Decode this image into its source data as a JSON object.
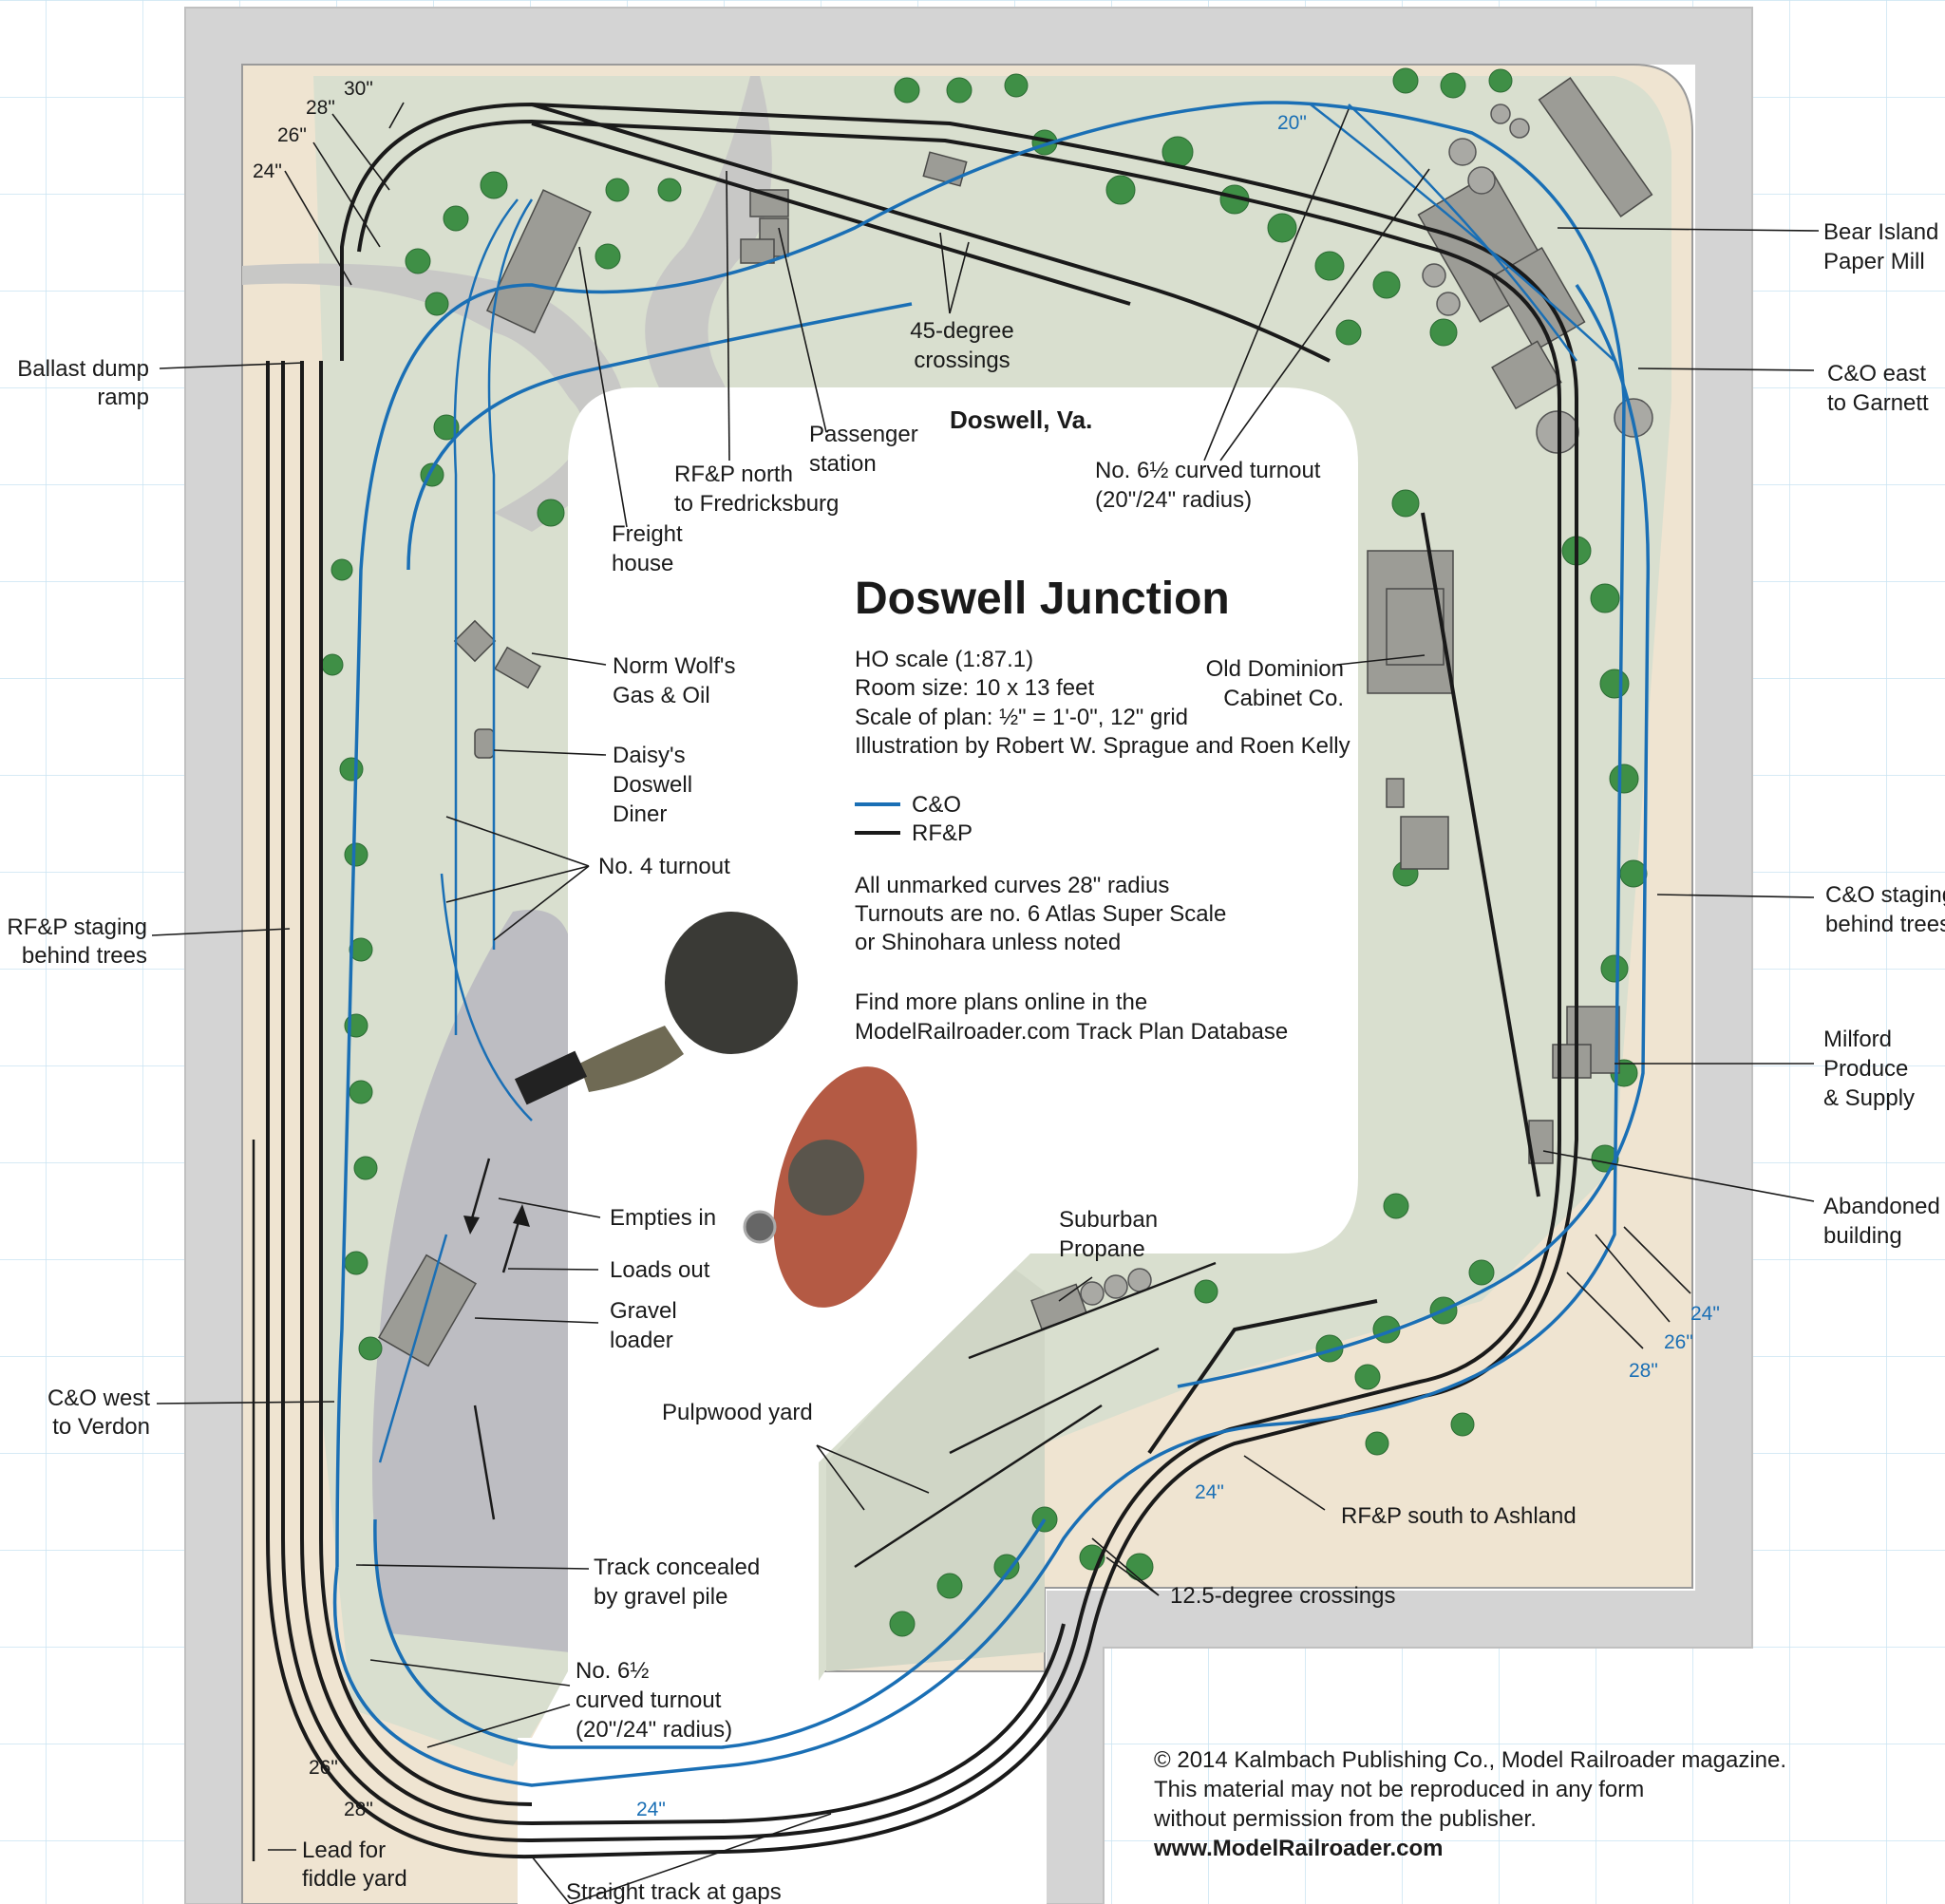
{
  "title": "Doswell Junction",
  "town": "Doswell, Va.",
  "specs": {
    "scale": "HO scale (1:87.1)",
    "room": "Room size: 10 x 13 feet",
    "plan_scale": "Scale of plan: ½\" = 1'-0\", 12\" grid",
    "illustration": "Illustration by Robert W. Sprague and Roen Kelly"
  },
  "legend": {
    "co": "C&O",
    "rfp": "RF&P",
    "co_color": "#1a6fb5",
    "rfp_color": "#1a1a1a"
  },
  "notes": {
    "curves": "All unmarked curves 28\" radius",
    "turnouts_1": "Turnouts are no. 6 Atlas Super Scale",
    "turnouts_2": "or Shinohara unless noted",
    "more_1": "Find more plans online in the",
    "more_2": "ModelRailroader.com Track Plan Database"
  },
  "copyright": {
    "line1": "© 2014 Kalmbach Publishing Co., Model Railroader magazine.",
    "line2": "This material may not be reproduced in any form",
    "line3": "without permission from the publisher.",
    "url": "www.ModelRailroader.com"
  },
  "labels": {
    "ballast_1": "Ballast dump",
    "ballast_2": "ramp",
    "rfp_staging_1": "RF&P staging",
    "rfp_staging_2": "behind trees",
    "co_west_1": "C&O west",
    "co_west_2": "to Verdon",
    "lead_1": "Lead for",
    "lead_2": "fiddle yard",
    "straight_gaps": "Straight track at gaps",
    "turnout_6half_1": "No. 6½",
    "turnout_6half_2": "curved turnout",
    "turnout_6half_3": "(20\"/24\" radius)",
    "gravel_pile_1": "Track concealed",
    "gravel_pile_2": "by gravel pile",
    "pulpwood": "Pulpwood yard",
    "gravel_loader_1": "Gravel",
    "gravel_loader_2": "loader",
    "loads_out": "Loads out",
    "empties_in": "Empties in",
    "no4_turnout": "No. 4 turnout",
    "daisy_1": "Daisy's",
    "daisy_2": "Doswell",
    "daisy_3": "Diner",
    "norm_1": "Norm Wolf's",
    "norm_2": "Gas & Oil",
    "freight_1": "Freight",
    "freight_2": "house",
    "rfp_north_1": "RF&P north",
    "rfp_north_2": "to Fredricksburg",
    "passenger_1": "Passenger",
    "passenger_2": "station",
    "crossings45_1": "45-degree",
    "crossings45_2": "crossings",
    "curved_turnout_top_1": "No. 6½ curved turnout",
    "curved_turnout_top_2": "(20\"/24\" radius)",
    "bear_1": "Bear Island",
    "bear_2": "Paper Mill",
    "co_east_1": "C&O east",
    "co_east_2": "to Garnett",
    "old_dominion_1": "Old Dominion",
    "old_dominion_2": "Cabinet Co.",
    "co_staging_1": "C&O staging",
    "co_staging_2": "behind trees",
    "milford_1": "Milford",
    "milford_2": "Produce",
    "milford_3": "& Supply",
    "abandoned_1": "Abandoned",
    "abandoned_2": "building",
    "suburban_1": "Suburban",
    "suburban_2": "Propane",
    "rfp_south": "RF&P south to Ashland",
    "crossings125": "12.5-degree crossings"
  },
  "radii": {
    "r30": "30\"",
    "r28_top": "28\"",
    "r26_top": "26\"",
    "r24_top": "24\"",
    "r20_top": "20\"",
    "r24_right": "24\"",
    "r26_right": "26\"",
    "r28_right": "28\"",
    "r24_bottom_right": "24\"",
    "r24_bottom": "24\"",
    "r26_bottom": "26\"",
    "r28_bottom": "28\""
  }
}
